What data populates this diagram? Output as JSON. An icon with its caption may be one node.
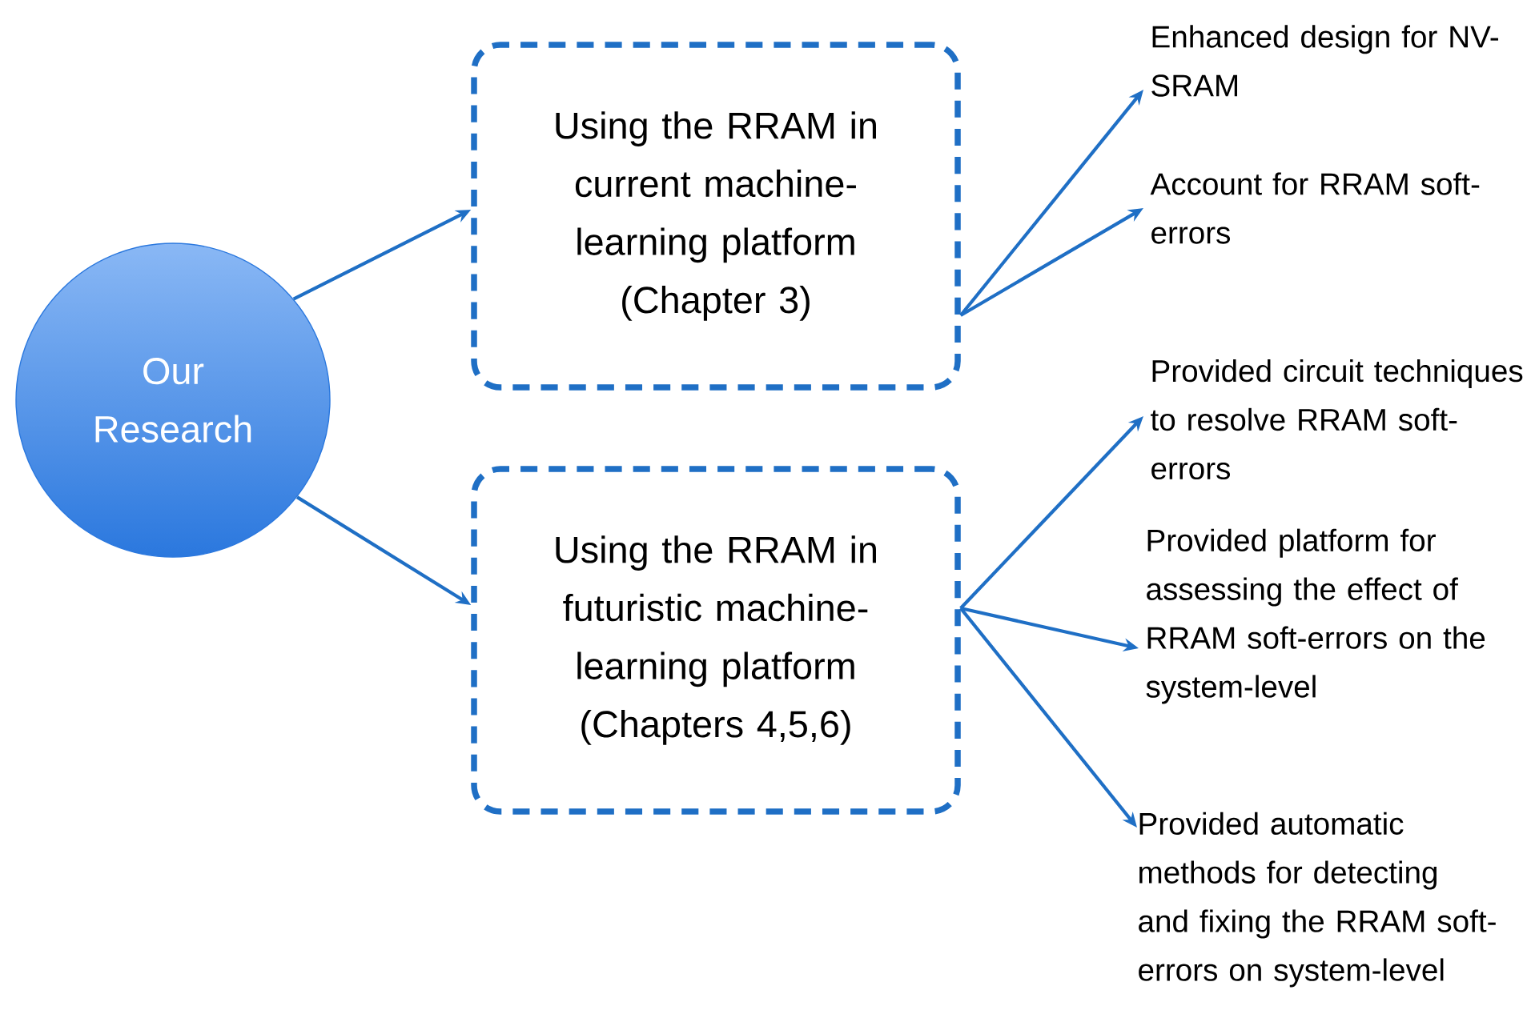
{
  "diagram": {
    "nodes": [
      {
        "text": [
          "Our Research"
        ]
      },
      {
        "text": [
          "Using the RRAM in current machine-learning platform (Chapter 3)"
        ]
      },
      {
        "text": [
          "Using the RRAM in futuristic machine-learning platform (Chapters 4,5,6)"
        ]
      },
      {
        "text": [
          "Enhanced design for NV-SRAM"
        ]
      },
      {
        "text": [
          "Account for RRAM soft-errors"
        ]
      },
      {
        "text": [
          "Provided circuit techniques to resolve RRAM soft-errors"
        ]
      },
      {
        "text": [
          "Provided platform for assessing the effect of RRAM soft-errors on the system-level"
        ]
      },
      {
        "text": [
          "Provided automatic methods for detecting and fixing the RRAM soft-errors on system-level"
        ]
      }
    ],
    "edges": [
      {
        "from": 0,
        "to": 1,
        "arrow": "to"
      },
      {
        "from": 0,
        "to": 2,
        "arrow": "to"
      },
      {
        "from": 1,
        "to": 3,
        "arrow": "to"
      },
      {
        "from": 1,
        "to": 4,
        "arrow": "to"
      },
      {
        "from": 2,
        "to": 5,
        "arrow": "to"
      },
      {
        "from": 2,
        "to": 6,
        "arrow": "to"
      },
      {
        "from": 2,
        "to": 7,
        "arrow": "to"
      }
    ]
  }
}
